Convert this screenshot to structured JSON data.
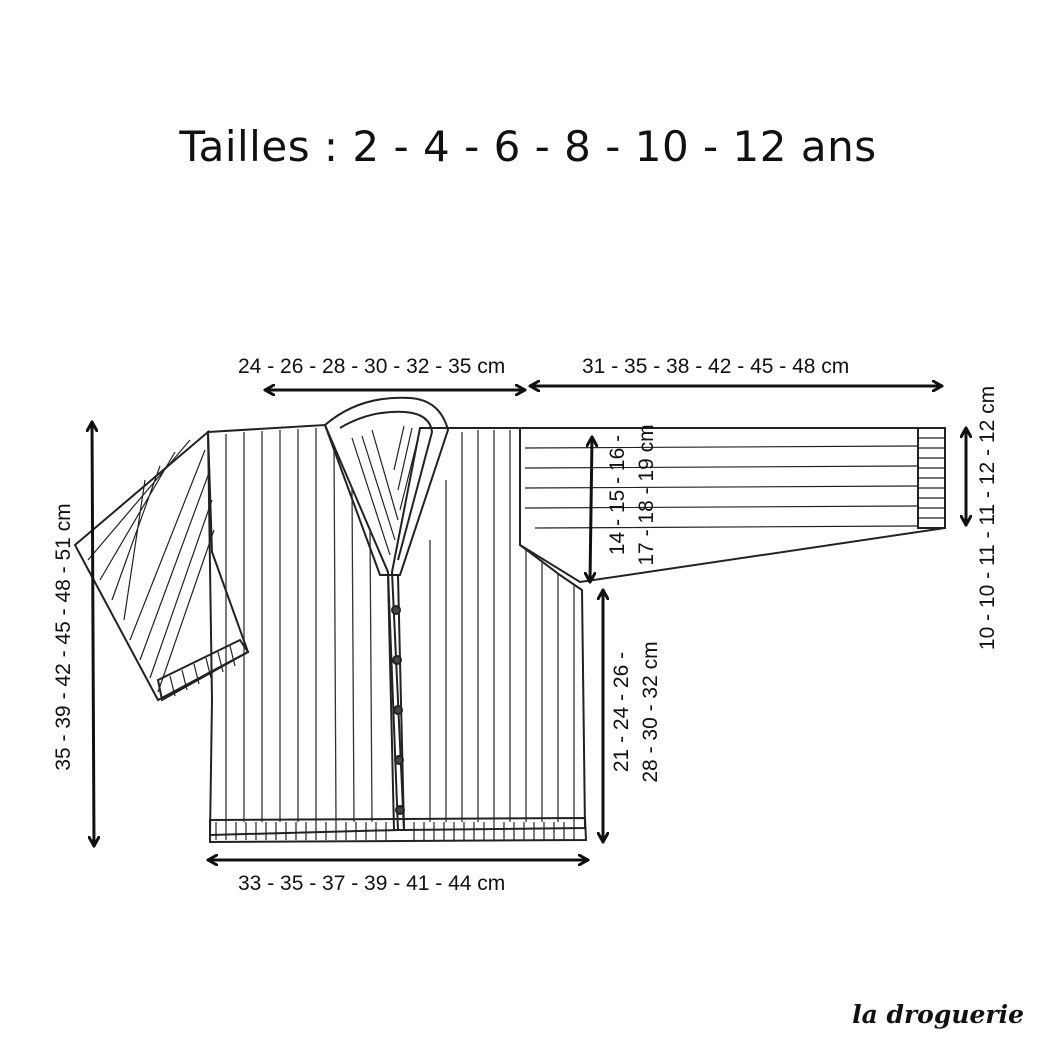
{
  "title": "Tailles : 2 - 4 - 6 - 8 - 10 - 12 ans",
  "measurements": {
    "neck_width": "24 - 26 - 28 - 30 - 32 - 35 cm",
    "sleeve_length": "31 - 35 - 38 - 42 - 45 - 48 cm",
    "total_height": "35 - 39 - 42 - 45 - 48 - 51 cm",
    "armhole_depth_line1": "14 - 15 - 16 -",
    "armhole_depth_line2": "17 - 18 - 19 cm",
    "body_height_line1": "21 - 24 - 26 -",
    "body_height_line2": "28 - 30 - 32 cm",
    "cuff_width": "10 - 10 - 11 - 11 - 12 - 12 cm",
    "chest_width": "33 - 35 - 37 - 39 - 41 - 44 cm"
  },
  "brand": "la droguerie"
}
